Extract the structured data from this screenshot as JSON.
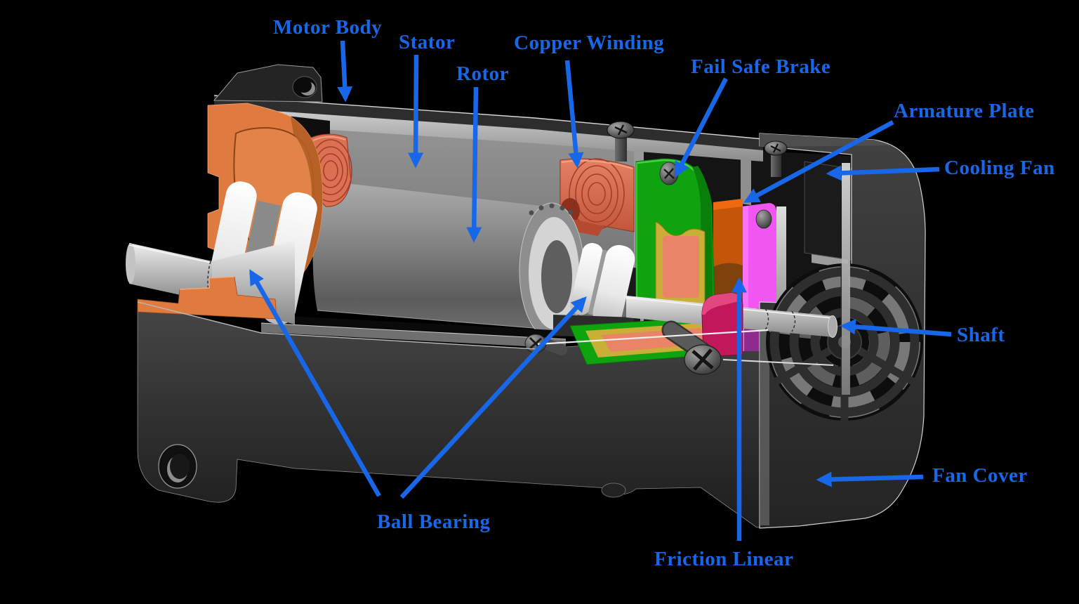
{
  "diagram": {
    "background_color": "#000000",
    "label_color": "#1767E8",
    "labels": {
      "motor_body": "Motor Body",
      "stator": "Stator",
      "rotor": "Rotor",
      "copper_winding": "Copper Winding",
      "fail_safe_brake": "Fail Safe Brake",
      "armature_plate": "Armature Plate",
      "cooling_fan": "Cooling Fan",
      "shaft": "Shaft",
      "fan_cover": "Fan Cover",
      "ball_bearing": "Ball Bearing",
      "friction_linear": "Friction Linear"
    },
    "colors": {
      "flange_orange": "#DF7B3F",
      "winding_copper": "#DB7052",
      "brake_green": "#0FA30F",
      "pad_yellow": "#C9AE37",
      "pad_salmon": "#E98467",
      "armature_orange": "#C4560A",
      "hub_magenta": "#F057F0",
      "friction_crimson": "#C2185B",
      "housing_gray": "#3A3A3A"
    }
  }
}
